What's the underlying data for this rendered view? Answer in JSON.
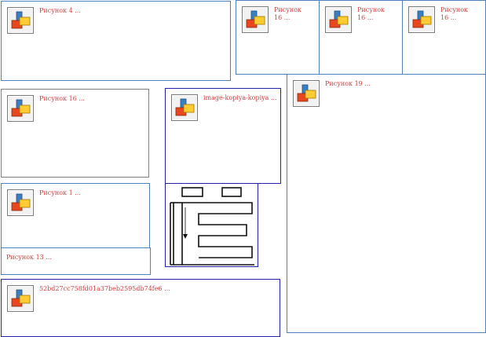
{
  "placeholders": [
    {
      "caption": "Рисунок 4 ..."
    },
    {
      "caption": "Рисунок 16 ..."
    },
    {
      "caption": "Рисунок 16 ..."
    },
    {
      "caption": "Рисунок 16 ..."
    },
    {
      "caption": "Рисунок 19 ..."
    },
    {
      "caption": "Рисунок 16 ..."
    },
    {
      "caption": "image-kopiya-kopiya ..."
    },
    {
      "caption": "Рисунок 1 ..."
    },
    {
      "caption": "Рисунок 13 ..."
    },
    {
      "caption": "52bd27cc758fd01a37beb2595db74fe6 ..."
    }
  ],
  "icon_name": "broken-image-icon",
  "colors": {
    "caption": "#d04040",
    "frame_blue": "#4f81bd",
    "frame_navy": "#2222aa",
    "frame_gray": "#7f7f7f"
  }
}
